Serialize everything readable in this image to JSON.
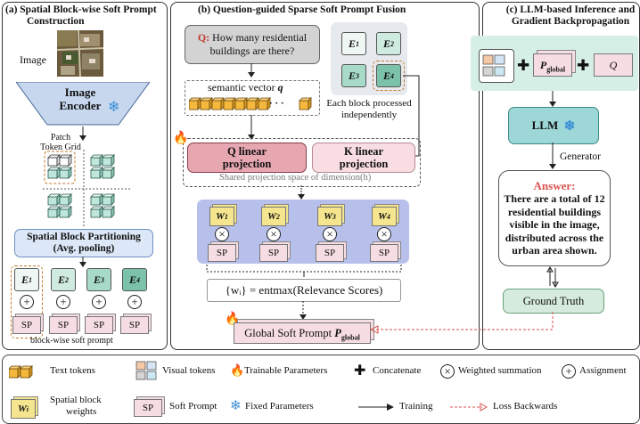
{
  "panel_a": {
    "title_line1": "(a) Spatial Block-wise Soft Prompt",
    "title_line2": "Construction",
    "image_label": "Image",
    "encoder_line1": "Image",
    "encoder_line2": "Encoder",
    "patch_line1": "Patch",
    "patch_line2": "Token Grid",
    "partition_line1": "Spatial Block Partitioning",
    "partition_line2": "(Avg. pooling)",
    "blocks": [
      "E",
      "E",
      "E",
      "E"
    ],
    "block_subs": [
      "1",
      "2",
      "3",
      "4"
    ],
    "sp_label": "SP",
    "footer": "block-wise soft prompt"
  },
  "panel_b": {
    "title": "(b) Question-guided Sparse Soft Prompt Fusion",
    "q_prefix": "Q:",
    "q_line1": "How many residential",
    "q_line2": "buildings are there?",
    "semantic_label": "semantic vector",
    "semantic_symbol": "q",
    "ellipsis": "· · ·",
    "blocks": [
      "E",
      "E",
      "E",
      "E"
    ],
    "block_subs": [
      "1",
      "2",
      "3",
      "4"
    ],
    "blocks_caption_line1": "Each block processed",
    "blocks_caption_line2": "independently",
    "q_proj_line1": "Q linear",
    "q_proj_line2": "projection",
    "k_proj_line1": "K linear",
    "k_proj_line2": "projection",
    "shared_space": "Shared projection space of dimension(h)",
    "weights": [
      "W",
      "W",
      "W",
      "W"
    ],
    "weight_subs": [
      "1",
      "2",
      "3",
      "4"
    ],
    "sp_label": "SP",
    "formula": "{wᵢ} = entmax(Relevance Scores)",
    "global_prompt": "Global Soft Prompt",
    "global_sym": "P",
    "global_sub": "global"
  },
  "panel_c": {
    "title_line1": "(c) LLM-based Inference and",
    "title_line2": "Gradient Backpropagation",
    "p_sym": "P",
    "p_sub": "global",
    "q_sym": "Q",
    "llm": "LLM",
    "generator": "Generator",
    "answer_head": "Answer:",
    "answer_lines": [
      "There are a total of 12",
      "residential buildings",
      "visible in the image,",
      "distributed across the",
      "urban area shown."
    ],
    "ground_truth": "Ground Truth"
  },
  "legend": {
    "text_tokens": "Text tokens",
    "visual_tokens": "Visual tokens",
    "trainable": "Trainable Parameters",
    "concatenate": "Concatenate",
    "weighted_sum": "Weighted summation",
    "assignment": "Assignment",
    "w_sym": "W",
    "w_sub": "i",
    "spatial_line1": "Spatial block",
    "spatial_line2": "weights",
    "sp_label": "SP",
    "soft_prompt": "Soft Prompt",
    "fixed": "Fixed Parameters",
    "training": "Training",
    "loss": "Loss Backwards"
  },
  "colors": {
    "accent_blue": "#3b8fd6",
    "encoder_fill": "#c6d7ee",
    "partition_fill": "#dce8f7",
    "q_proj_fill": "#e7a7b1",
    "k_proj_fill": "#f8dde2",
    "weights_area": "#b7c0ea",
    "llm_fill": "#9dd7d7",
    "top_c_fill": "#d6efe6",
    "gt_fill": "#d5ebdd",
    "loss_red": "#d9534f",
    "fire": "#f07a1a"
  }
}
